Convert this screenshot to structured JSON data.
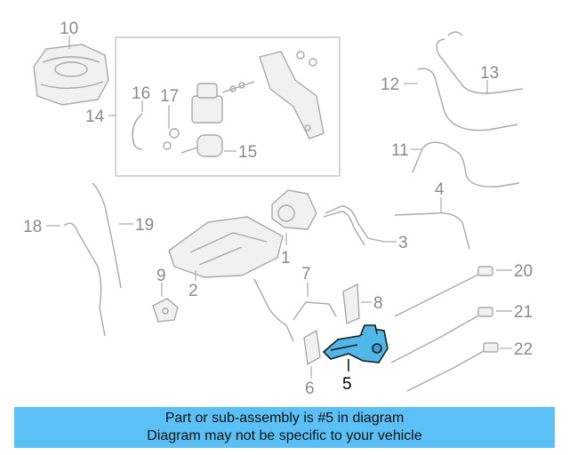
{
  "diagram": {
    "callouts": [
      "1",
      "2",
      "3",
      "4",
      "5",
      "6",
      "7",
      "8",
      "9",
      "10",
      "11",
      "12",
      "13",
      "14",
      "15",
      "16",
      "17",
      "18",
      "19",
      "20",
      "21",
      "22"
    ],
    "highlighted_part": "5"
  },
  "banner": {
    "line1": "Part or sub-assembly is #5 in diagram",
    "line2": "Diagram may not be specific to your vehicle"
  },
  "colors": {
    "banner_bg": "#5bc0f5",
    "highlight_fill": "#4fb8e8",
    "line_gray": "#a9a9a9",
    "label_gray": "#8a8a8a"
  }
}
